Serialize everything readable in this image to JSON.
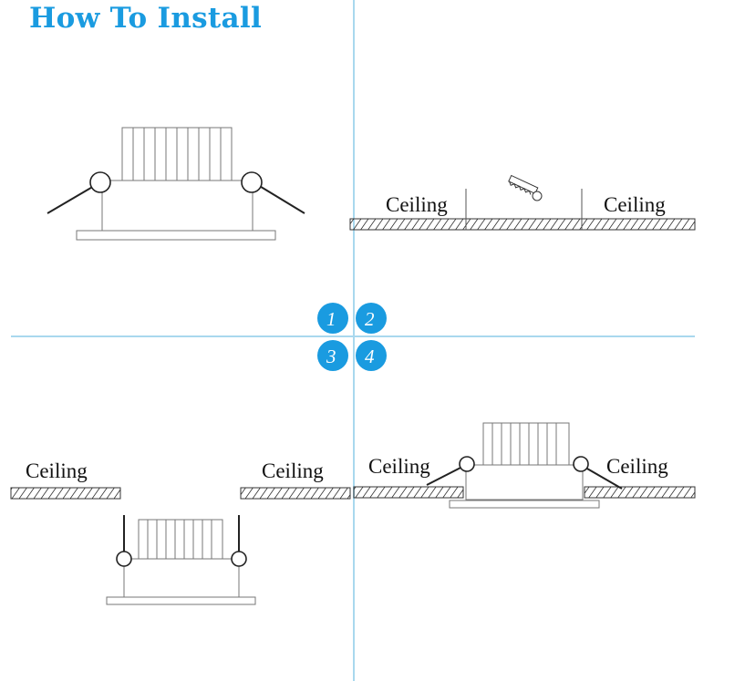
{
  "title": "How To Install",
  "accent_color": "#1a9be0",
  "divider_color": "#a9d8ee",
  "steps": [
    "1",
    "2",
    "3",
    "4"
  ],
  "ceiling_label": "Ceiling",
  "icons": {
    "saw": "hole-saw-icon",
    "light": "recessed-downlight-icon"
  }
}
